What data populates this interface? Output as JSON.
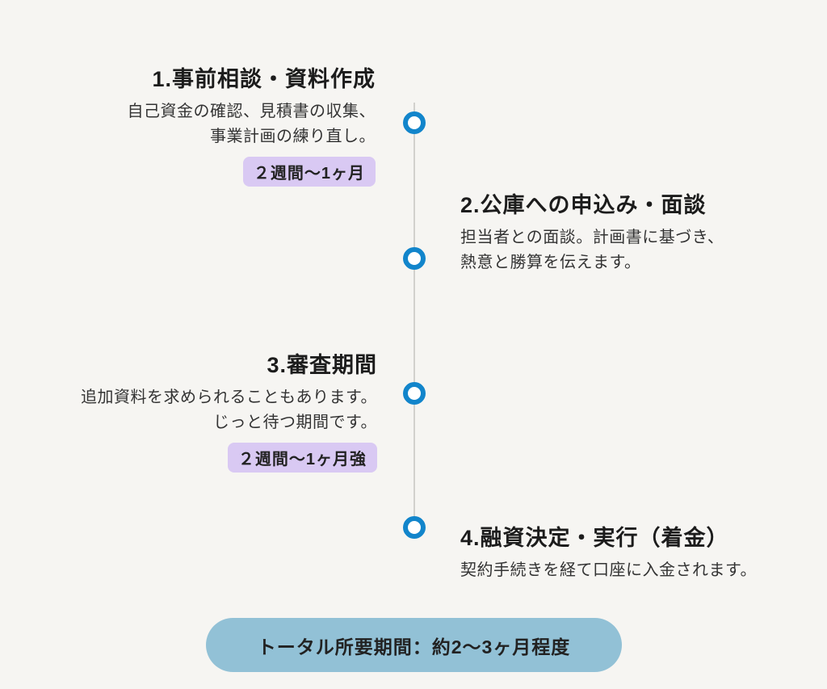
{
  "page": {
    "background_color": "#f6f5f2",
    "line_color": "#d2d1cd",
    "marker_color": "#1285cb",
    "badge_color": "#d9c9f3",
    "summary_color": "#92c1d6"
  },
  "timeline": {
    "steps": [
      {
        "title": "1.事前相談・資料作成",
        "body_lines": [
          "自己資金の確認、見積書の収集、",
          "事業計画の練り直し。"
        ],
        "duration": "２週間〜1ヶ月",
        "side": "left"
      },
      {
        "title": "2.公庫への申込み・面談",
        "body_lines": [
          "担当者との面談。計画書に基づき、",
          "熱意と勝算を伝えます。"
        ],
        "duration": "",
        "side": "right"
      },
      {
        "title": "3.審査期間",
        "body_lines": [
          "追加資料を求められることもあります。",
          "じっと待つ期間です。"
        ],
        "duration": "２週間〜1ヶ月強",
        "side": "left"
      },
      {
        "title": "4.融資決定・実行（着金）",
        "body_lines": [
          "契約手続きを経て口座に入金されます。"
        ],
        "duration": "",
        "side": "right"
      }
    ]
  },
  "summary": {
    "label": "トータル所要期間：約2〜3ヶ月程度"
  }
}
